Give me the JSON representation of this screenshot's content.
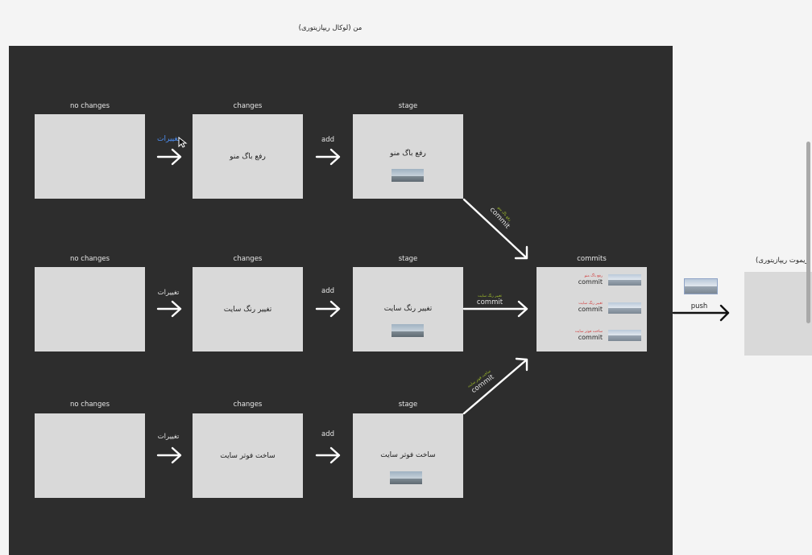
{
  "title": "من (لوکال ریپازیتوری)",
  "remote_title": "(ریموت ریپازیتوری",
  "labels": {
    "no_changes": "no changes",
    "changes": "changes",
    "stage": "stage",
    "commits": "commits",
    "add": "add",
    "commit": "commit",
    "push": "push",
    "changes_fa": "تغییرات"
  },
  "rows": [
    {
      "text": "رفع باگ منو"
    },
    {
      "text": "تغییر رنگ سایت"
    },
    {
      "text": "ساخت فوتر سایت"
    }
  ],
  "commit_items": [
    {
      "caption": "رفع باگ منو",
      "label": "commit"
    },
    {
      "caption": "تغییر رنگ سایت",
      "label": "commit"
    },
    {
      "caption": "ساخت فوتر سایت",
      "label": "commit"
    }
  ],
  "arrow_captions": [
    "رفع باگ منو",
    "تغییر رنگ سایت",
    "ساخت فوتر سایت"
  ]
}
